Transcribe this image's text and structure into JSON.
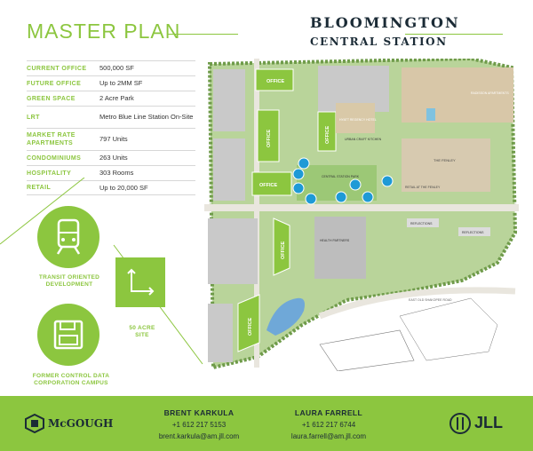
{
  "header": {
    "title": "MASTER PLAN",
    "brand_line1": "BLOOMINGTON",
    "brand_line2": "CENTRAL STATION"
  },
  "facts": [
    {
      "label": "CURRENT OFFICE",
      "value": "500,000 SF"
    },
    {
      "label": "FUTURE OFFICE",
      "value": "Up to 2MM SF"
    },
    {
      "label": "GREEN SPACE",
      "value": "2 Acre Park"
    },
    {
      "label": "LRT",
      "value": "Metro Blue Line Station On-Site"
    },
    {
      "label": "MARKET RATE APARTMENTS",
      "value": "797 Units"
    },
    {
      "label": "CONDOMINIUMS",
      "value": "263 Units"
    },
    {
      "label": "HOSPITALITY",
      "value": "303 Rooms"
    },
    {
      "label": "RETAIL",
      "value": "Up to 20,000 SF"
    }
  ],
  "features": {
    "transit": "TRANSIT ORIENTED DEVELOPMENT",
    "site": "50 ACRE SITE",
    "campus": "FORMER CONTROL DATA CORPORATION CAMPUS"
  },
  "map": {
    "labels": {
      "office": "OFFICE",
      "hyatt": "HYATT REGENCY HOTEL",
      "urban": "URBAN CRAFT KITCHEN",
      "park": "CENTRAL STATION PARK",
      "finley": "THE FENLEY",
      "retail_finley": "RETAIL AT THE FENLEY",
      "reflections": "REFLECTIONS",
      "healthpartners": "HEALTH PARTNERS",
      "radisson": "RADISSON APARTMENTS",
      "road": "EAST OLD SHAKOPEE ROAD"
    }
  },
  "contacts": [
    {
      "name": "BRENT KARKULA",
      "phone": "+1 612 217 5153",
      "email": "brent.karkula@am.jll.com"
    },
    {
      "name": "LAURA FARRELL",
      "phone": "+1 612 217 6744",
      "email": "laura.farrell@am.jll.com"
    }
  ],
  "logos": {
    "left": "McGOUGH",
    "right": "JLL"
  },
  "colors": {
    "accent": "#8cc63f",
    "navy": "#1b2b36",
    "lrt_marker": "#1e9ad6"
  }
}
